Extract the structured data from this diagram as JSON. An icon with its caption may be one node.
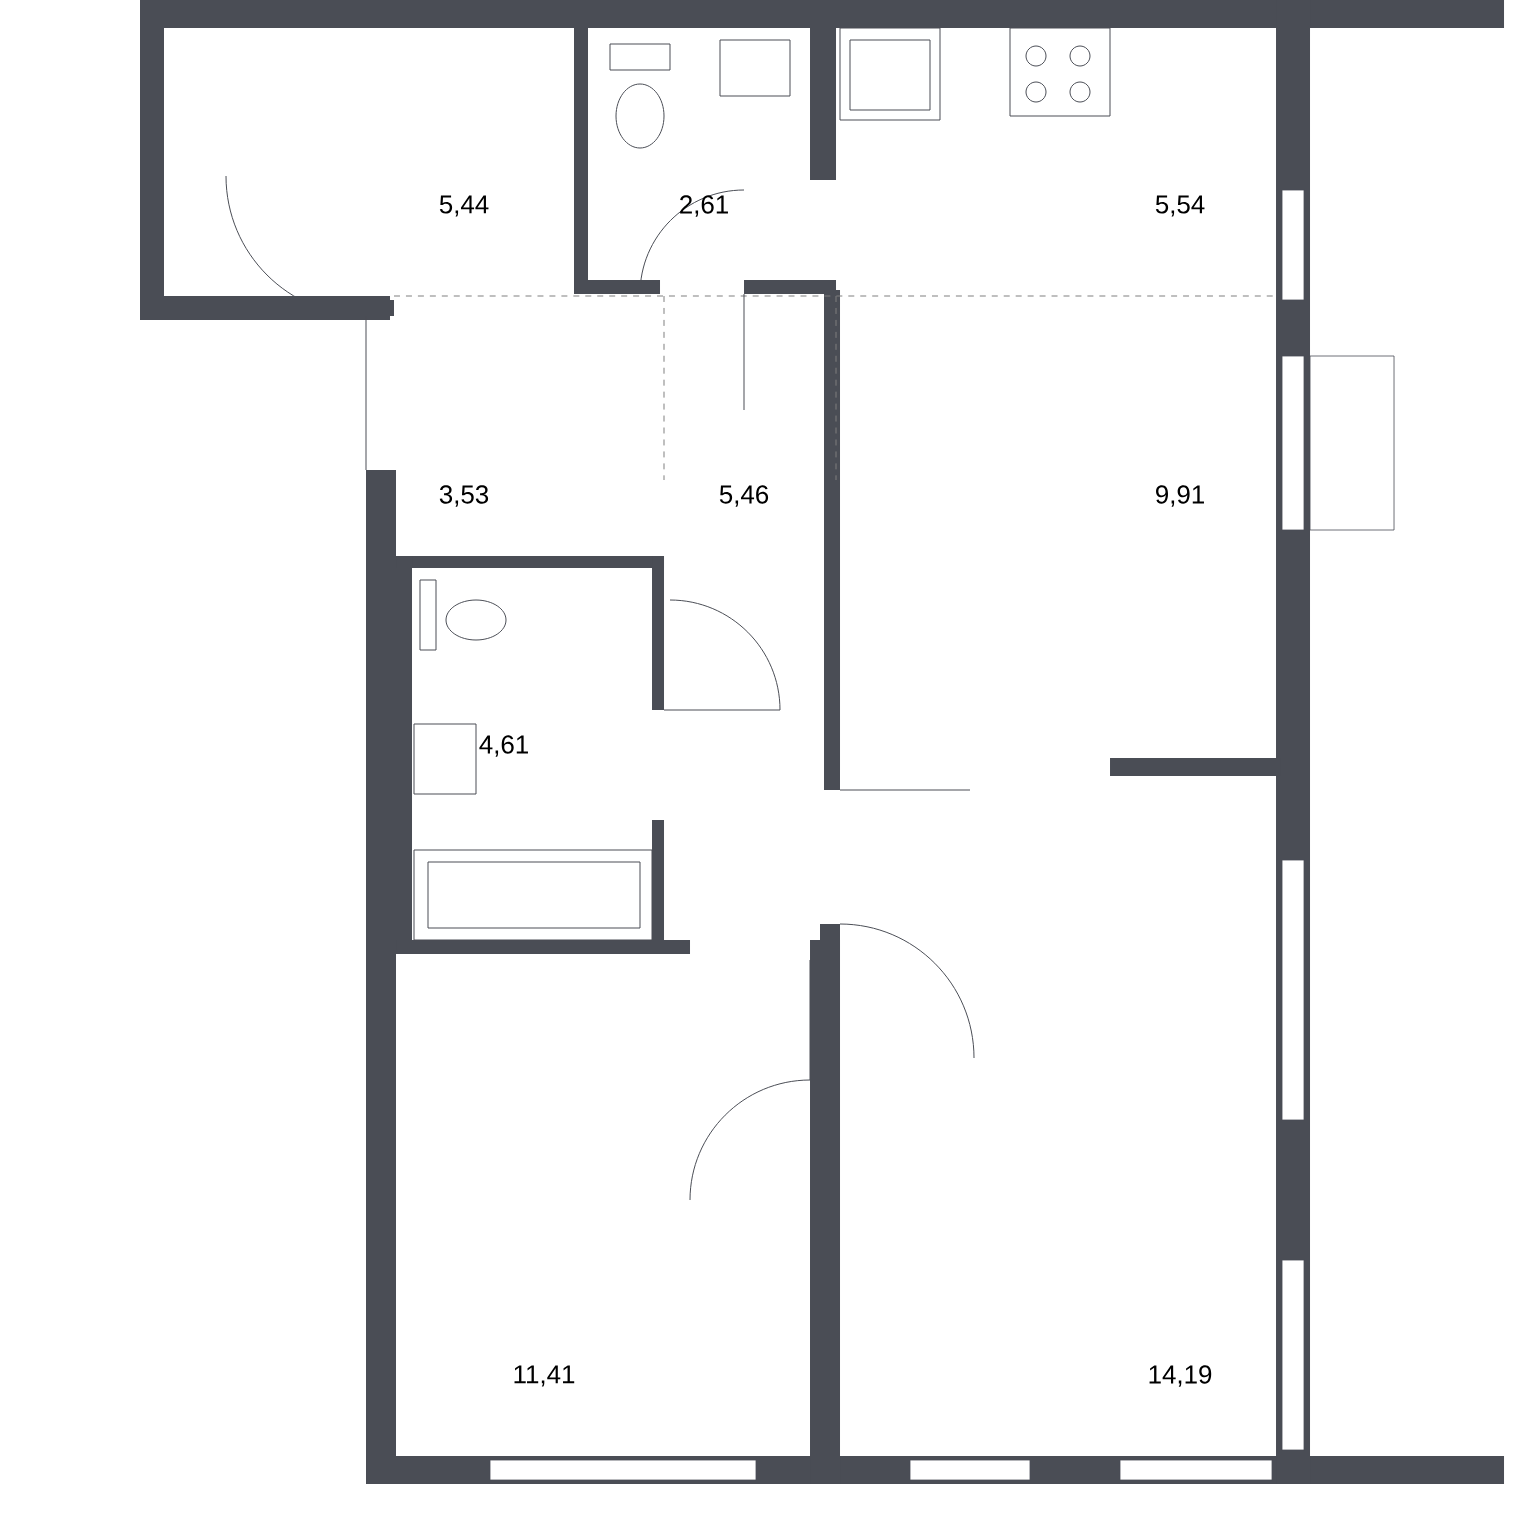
{
  "diagram": {
    "labels": [
      "5,44",
      "2,61",
      "5,54",
      "3,53",
      "5,46",
      "9,91",
      "4,61",
      "11,41",
      "14,19"
    ]
  }
}
